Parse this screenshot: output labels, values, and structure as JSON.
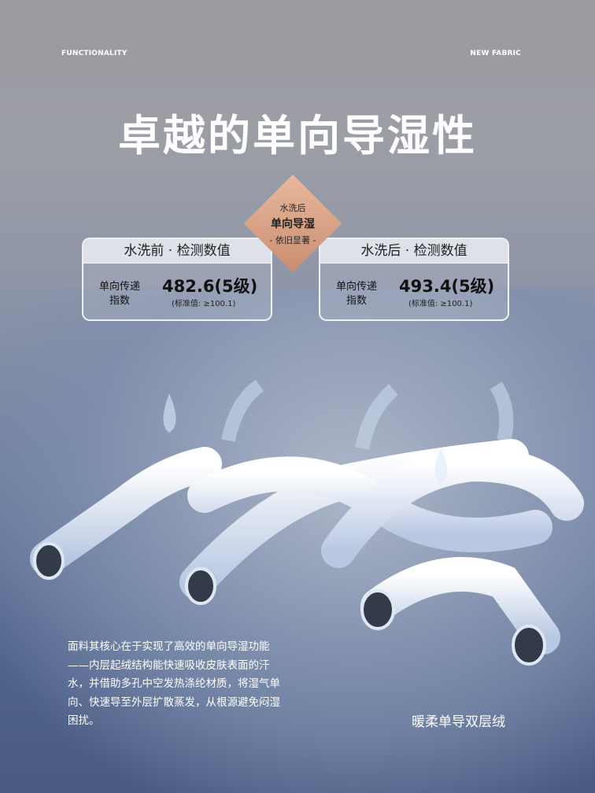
{
  "header": {
    "left": "FUNCTIONALITY",
    "right": "NEW FABRIC"
  },
  "title": "卓越的单向导湿性",
  "badge": {
    "line1": "水洗后",
    "line2": "单向导湿",
    "line3": "- 依旧显著 -"
  },
  "cards": [
    {
      "heading": "水洗前 · 检测数值",
      "label_line1": "单向传递",
      "label_line2": "指数",
      "value": "482.6(5级)",
      "standard": "(标准值: ≥100.1)"
    },
    {
      "heading": "水洗后 · 检测数值",
      "label_line1": "单向传递",
      "label_line2": "指数",
      "value": "493.4(5级)",
      "standard": "(标准值: ≥100.1)"
    }
  ],
  "description": "面料其核心在于实现了高效的单向导湿功能——内层起绒结构能快速吸收皮肤表面的汗水，并借助多孔中空发热涤纶材质，将湿气单向、快速导至外层扩散蒸发，从根源避免闷湿困扰。",
  "tagline": "暖柔单导双层绒",
  "colors": {
    "badge": "#d9a286",
    "background_top": "#9a9a9f",
    "background_bottom": "#485a82"
  }
}
